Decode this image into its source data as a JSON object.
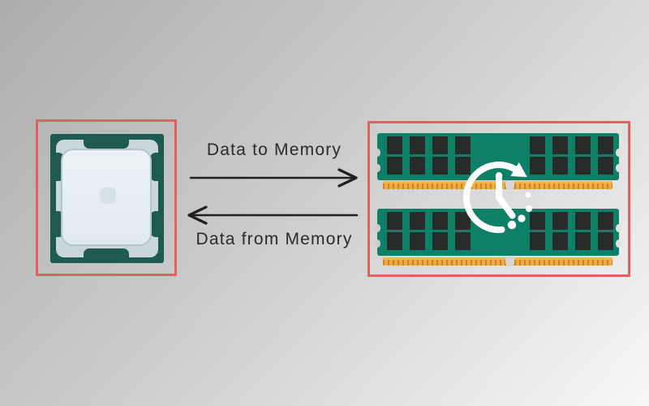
{
  "flow": {
    "to_memory_label": "Data to Memory",
    "from_memory_label": "Data from Memory"
  },
  "icons": {
    "cpu": "cpu-chip-illustration",
    "memory": "ram-modules-illustration",
    "clock": "clock-refresh-icon",
    "arrow_right": "arrow-right",
    "arrow_left": "arrow-left"
  },
  "colors": {
    "accent_red": "#dd635b",
    "cpu_teal": "#1e5b4e",
    "cpu_plate": "#c9d7dd",
    "cpu_die_light": "#ecf3f7",
    "cpu_die_dark": "#dfeaf0",
    "cpu_die_border": "#b3c4cc",
    "cpu_pad": "#d5e2e8",
    "ram_green": "#0e8068",
    "chip_dark": "#272c2a",
    "gold": "#f2aa3c",
    "gold_dark": "#c5862a",
    "gold_top": "#f7b44a",
    "arrow_dark": "#1f1f1f",
    "text_dark": "#2b2b2b",
    "icon_white": "#ffffff",
    "bg_dark": "#adadad",
    "bg_light": "#f7f7f7",
    "cut_left": "#cdcdcd",
    "cut_right": "#e2e2e2",
    "cut_mid": "#d6d6d6"
  }
}
